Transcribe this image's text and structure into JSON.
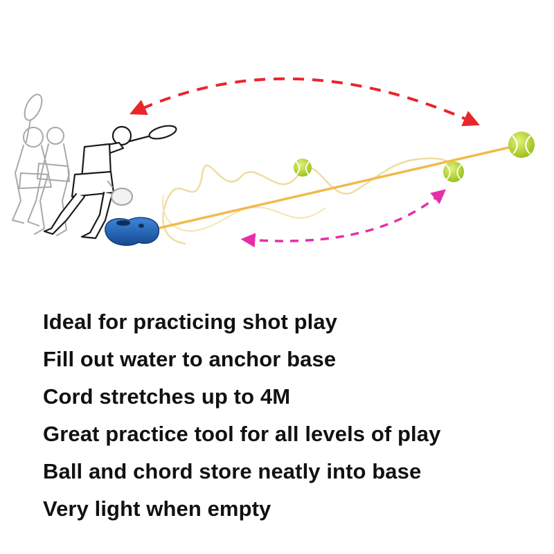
{
  "features": [
    "Ideal for practicing shot play",
    "Fill out water to anchor base",
    "Cord stretches up to 4M",
    "Great practice tool for all levels of play",
    "Ball and chord store neatly into base",
    "Very light when empty"
  ],
  "colors": {
    "background": "#ffffff",
    "text": "#111111",
    "cord": "#f2b94a",
    "cord_path": "#f0dca0",
    "ball": "#b9d832",
    "ball_seam": "#ffffff",
    "base": "#1f5fb0",
    "arrow_top": "#e8262c",
    "arrow_bottom": "#e62ea8",
    "player_outline": "#1a1a1a",
    "ghost_outline": "#a8a8a8"
  },
  "illustration": {
    "subject": "tennis trainer with rebound ball on elastic cord anchored to a base",
    "icons": [
      "player-icon",
      "tennis-ball-icon",
      "base-icon"
    ]
  }
}
